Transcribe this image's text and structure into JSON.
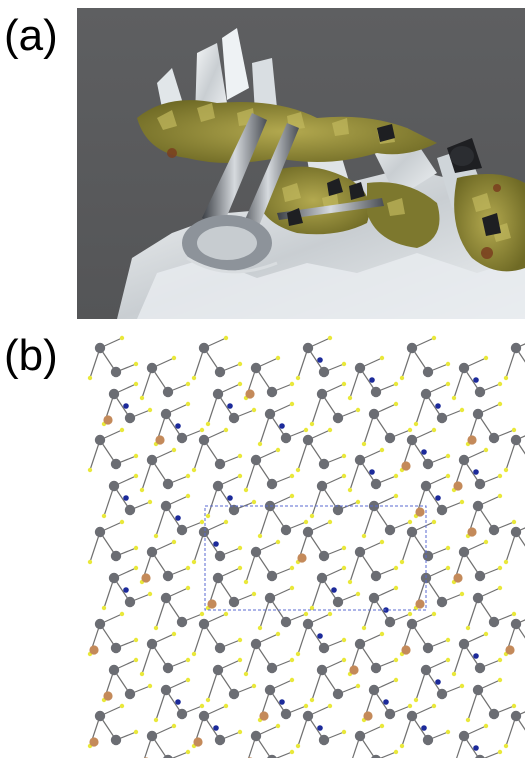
{
  "panels": {
    "a": {
      "label": "(a)",
      "content": "photograph",
      "background_color": "#5b5b5d",
      "colors": {
        "quartz": "#d8dde0",
        "yellow_crystals": "#8f8a3a",
        "metallic_needles": "#9aa0a6",
        "dark_crystals": "#1e1f22"
      }
    },
    "b": {
      "label": "(b)",
      "content": "crystal-structure-diagram",
      "colors": {
        "gray_atom": "#6b6d73",
        "copper_atom": "#c48a5a",
        "blue_atom": "#1c2a9a",
        "yellow_atom": "#e9e83a",
        "bond": "#707070",
        "unit_cell": "#5a6ad0"
      }
    }
  }
}
